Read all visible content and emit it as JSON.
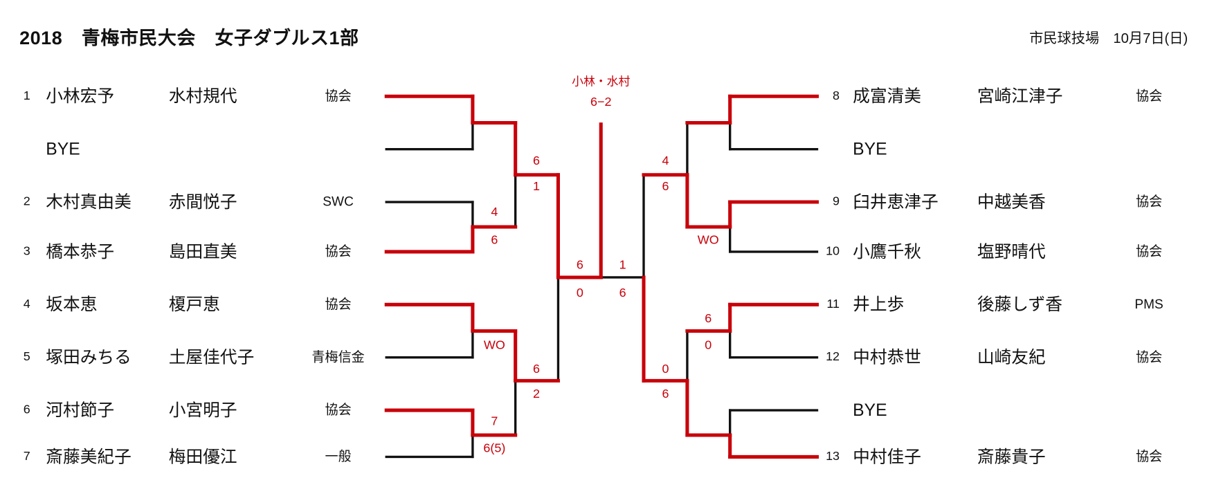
{
  "header": {
    "title": "2018　青梅市民大会　女子ダブルス1部",
    "venue": "市民球技場　10月7日(日)"
  },
  "colors": {
    "winner": "#c8000a",
    "loser": "#111111"
  },
  "left": [
    {
      "num": "1",
      "p1": "小林宏予",
      "p2": "水村規代",
      "club": "協会"
    },
    {
      "num": "",
      "p1": "BYE",
      "p2": "",
      "club": ""
    },
    {
      "num": "2",
      "p1": "木村真由美",
      "p2": "赤間悦子",
      "club": "SWC"
    },
    {
      "num": "3",
      "p1": "橋本恭子",
      "p2": "島田直美",
      "club": "協会"
    },
    {
      "num": "4",
      "p1": "坂本恵",
      "p2": "榎戸恵",
      "club": "協会"
    },
    {
      "num": "5",
      "p1": "塚田みちる",
      "p2": "土屋佳代子",
      "club": "青梅信金"
    },
    {
      "num": "6",
      "p1": "河村節子",
      "p2": "小宮明子",
      "club": "協会"
    },
    {
      "num": "7",
      "p1": "斎藤美紀子",
      "p2": "梅田優江",
      "club": "一般"
    }
  ],
  "right": [
    {
      "num": "8",
      "p1": "成富清美",
      "p2": "宮崎江津子",
      "club": "協会"
    },
    {
      "num": "",
      "p1": "BYE",
      "p2": "",
      "club": ""
    },
    {
      "num": "9",
      "p1": "臼井恵津子",
      "p2": "中越美香",
      "club": "協会"
    },
    {
      "num": "10",
      "p1": "小鷹千秋",
      "p2": "塩野晴代",
      "club": "協会"
    },
    {
      "num": "11",
      "p1": "井上歩",
      "p2": "後藤しず香",
      "club": "PMS"
    },
    {
      "num": "12",
      "p1": "中村恭世",
      "p2": "山崎友紀",
      "club": "協会"
    },
    {
      "num": "",
      "p1": "BYE",
      "p2": "",
      "club": ""
    },
    {
      "num": "13",
      "p1": "中村佳子",
      "p2": "斎藤貴子",
      "club": "協会"
    }
  ],
  "champion": {
    "name": "小林・水村",
    "score": "6−2"
  },
  "scores": {
    "l_r1b_top": "4",
    "l_r1b_bot": "6",
    "l_r1c": "WO",
    "l_r1d_top": "7",
    "l_r1d_bot": "6(5)",
    "l_qf1_top": "6",
    "l_qf1_bot": "1",
    "l_qf2_top": "6",
    "l_qf2_bot": "2",
    "l_sf_top": "6",
    "l_sf_bot": "0",
    "r_sf_top": "1",
    "r_sf_bot": "6",
    "r_r1b": "WO",
    "r_r1c_top": "6",
    "r_r1c_bot": "0",
    "r_qf1_top": "4",
    "r_qf1_bot": "6",
    "r_qf2_top": "0",
    "r_qf2_bot": "6"
  }
}
